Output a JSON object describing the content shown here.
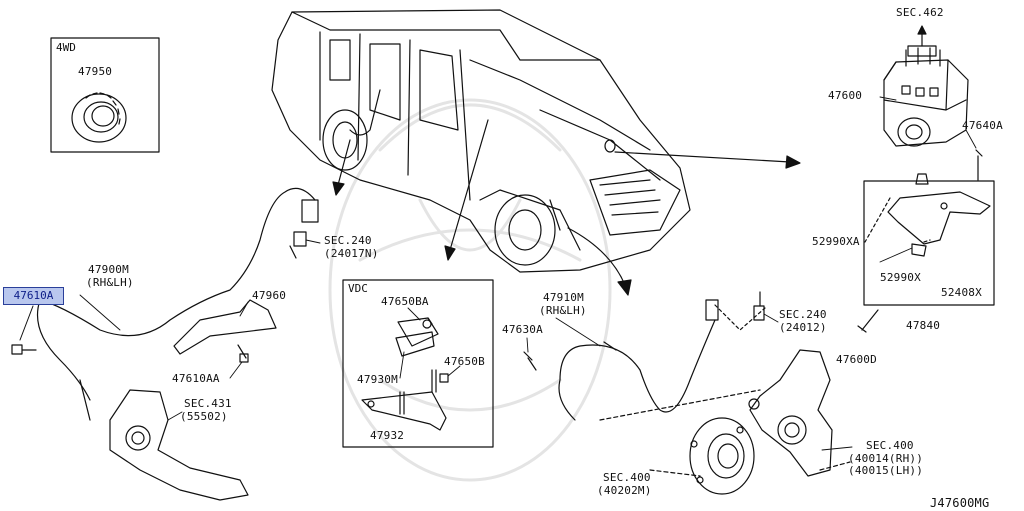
{
  "diagram": {
    "code": "J47600MG",
    "inset_4wd": {
      "title": "4WD",
      "part": "47950"
    },
    "inset_vdc": {
      "title": "VDC",
      "parts": {
        "bracket": "47650BA",
        "sensor": "47930M",
        "bolt": "47650B",
        "base": "47932"
      }
    },
    "highlighted_part": "47610A",
    "labels": {
      "sec462": "SEC.462",
      "p47600": "47600",
      "p47640a": "47640A",
      "p52990xa": "52990XA",
      "p52990x": "52990X",
      "p52408x": "52408X",
      "p47840": "47840",
      "p47600d": "47600D",
      "p47900m": "47900M",
      "p47900m_side": "(RH&LH)",
      "sec240_l": "SEC.240",
      "sec240_l_sub": "(24017N)",
      "p47960": "47960",
      "p47610aa": "47610AA",
      "sec431": "SEC.431",
      "sec431_sub": "(55502)",
      "p47910m": "47910M",
      "p47910m_side": "(RH&LH)",
      "p47630a": "47630A",
      "sec240_r": "SEC.240",
      "sec240_r_sub": "(24012)",
      "sec400_r": "SEC.400",
      "sec400_r_sub1": "(40014(RH))",
      "sec400_r_sub2": "(40015(LH))",
      "sec400_b": "SEC.400",
      "sec400_b_sub": "(40202M)"
    }
  }
}
